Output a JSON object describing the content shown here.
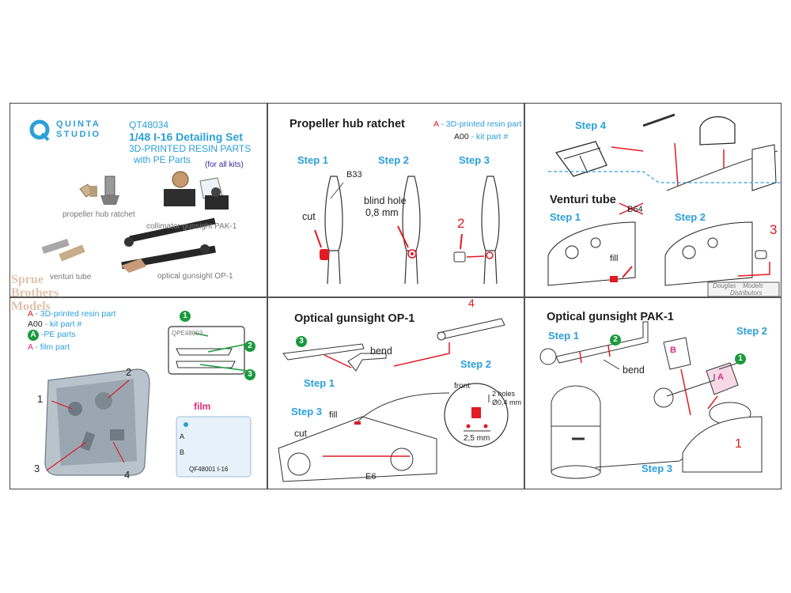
{
  "panel1": {
    "brand_line1": "QUINTA",
    "brand_line2": "STUDIO",
    "code": "QT48034",
    "title": "1/48 I-16 Detailing Set",
    "subtitle1": "3D-PRINTED RESIN PARTS",
    "subtitle2": "with PE Parts",
    "note": "(for all kits)",
    "cap_hub": "propeller hub ratchet",
    "cap_pak": "collimator gunsight PAK-1",
    "cap_venturi": "venturi tube",
    "cap_op1": "optical gunsight OP-1"
  },
  "panel2": {
    "title": "Propeller hub ratchet",
    "legend_a_letter": "A",
    "legend_a_text": " - 3D-printed resin part",
    "legend_a00": "A00",
    "legend_a00_text": " - kit part #",
    "step1": "Step 1",
    "step2": "Step 2",
    "step3": "Step 3",
    "b33": "B33",
    "cut": "cut",
    "blind_hole1": "blind hole",
    "blind_hole2": "0,8 mm",
    "num2": "2"
  },
  "panel3": {
    "step4": "Step 4",
    "venturi_title": "Venturi  tube",
    "step1": "Step 1",
    "step2": "Step 2",
    "b64": "B64",
    "fill": "fill",
    "num3": "3"
  },
  "panel4": {
    "legend_a_letter": "A",
    "legend_a_text": " - 3D-printed resin part",
    "legend_a00": "A00",
    "legend_a00_text": " - kit part #",
    "legend_pe_letter": "A",
    "legend_pe_text": " -PE parts",
    "legend_film_letter": "A",
    "legend_film_text": " - film part",
    "pe_badge1": "1",
    "pe_badge2": "2",
    "pe_badge3": "3",
    "pe_fret_code": "QPE48003",
    "film_label": "film",
    "film_code": "QF48001  I-16",
    "film_row_a": "A",
    "film_row_b": "B",
    "n1": "1",
    "n2": "2",
    "n3": "3",
    "n4": "4"
  },
  "panel5": {
    "title": "Optical gunsight OP-1",
    "badge3": "3",
    "bend": "bend",
    "step1": "Step 1",
    "step2": "Step 2",
    "num4": "4",
    "step3": "Step 3",
    "fill": "fill",
    "cut": "cut",
    "e6": "E6",
    "front": "front",
    "holes1": "2 holes",
    "holes2": "Ø0,4 mm",
    "dim": "2,5 mm"
  },
  "panel6": {
    "title": "Optical gunsight PAK-1",
    "step1": "Step 1",
    "step2": "Step 2",
    "step3": "Step 3",
    "badge2": "2",
    "badge1": "1",
    "bend": "bend",
    "film_b": "B",
    "film_a": "A",
    "num1": "1"
  },
  "watermark": {
    "line1": "Sprue",
    "line2": "Brothers",
    "line3": "Models",
    "dist1": "Douglas",
    "dist2": "Models",
    "dist3": "Distributors"
  },
  "colors": {
    "accent_blue": "#2b9fd9",
    "accent_red": "#e21a22",
    "pe_green": "#1a9a3c",
    "film_pink": "#e0287a"
  }
}
